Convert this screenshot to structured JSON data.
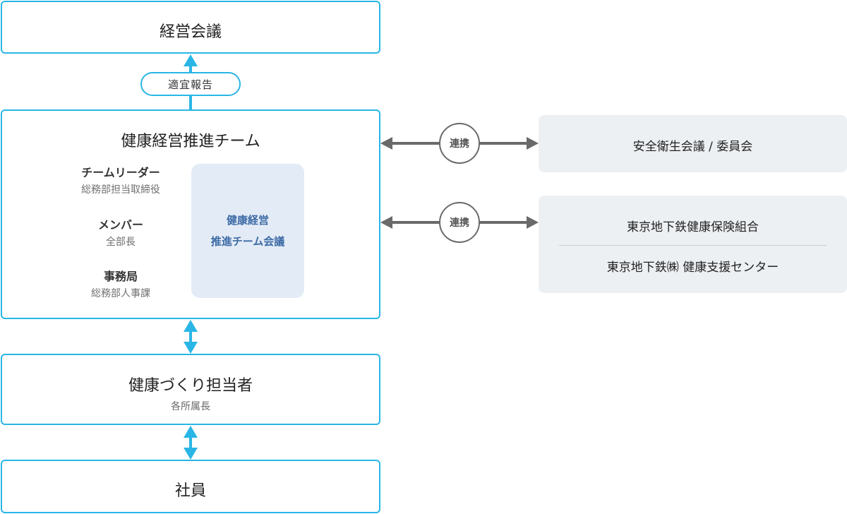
{
  "management_meeting": {
    "label": "経営会議"
  },
  "report_pill": {
    "label": "適宜報告"
  },
  "promotion_team": {
    "title": "健康経営推進チーム",
    "roles": [
      {
        "name": "チームリーダー",
        "desc": "総務部担当取締役"
      },
      {
        "name": "メンバー",
        "desc": "全部長"
      },
      {
        "name": "事務局",
        "desc": "総務部人事課"
      }
    ],
    "meeting": {
      "line1": "健康経営",
      "line2": "推進チーム会議"
    }
  },
  "health_staff": {
    "title": "健康づくり担当者",
    "desc": "各所属長"
  },
  "employees": {
    "label": "社員"
  },
  "links": [
    {
      "label": "連携"
    },
    {
      "label": "連携"
    }
  ],
  "partners": {
    "safety": {
      "label": "安全衛生会議 / 委員会"
    },
    "insurance": {
      "label": "東京地下鉄健康保険組合"
    },
    "support": {
      "label": "東京地下鉄㈱ 健康支援センター"
    }
  },
  "colors": {
    "accent": "#29b6e6",
    "link_gray": "#6a6a6a",
    "meeting_bg": "#e3ebf6",
    "panel_bg": "#edf0f3"
  }
}
